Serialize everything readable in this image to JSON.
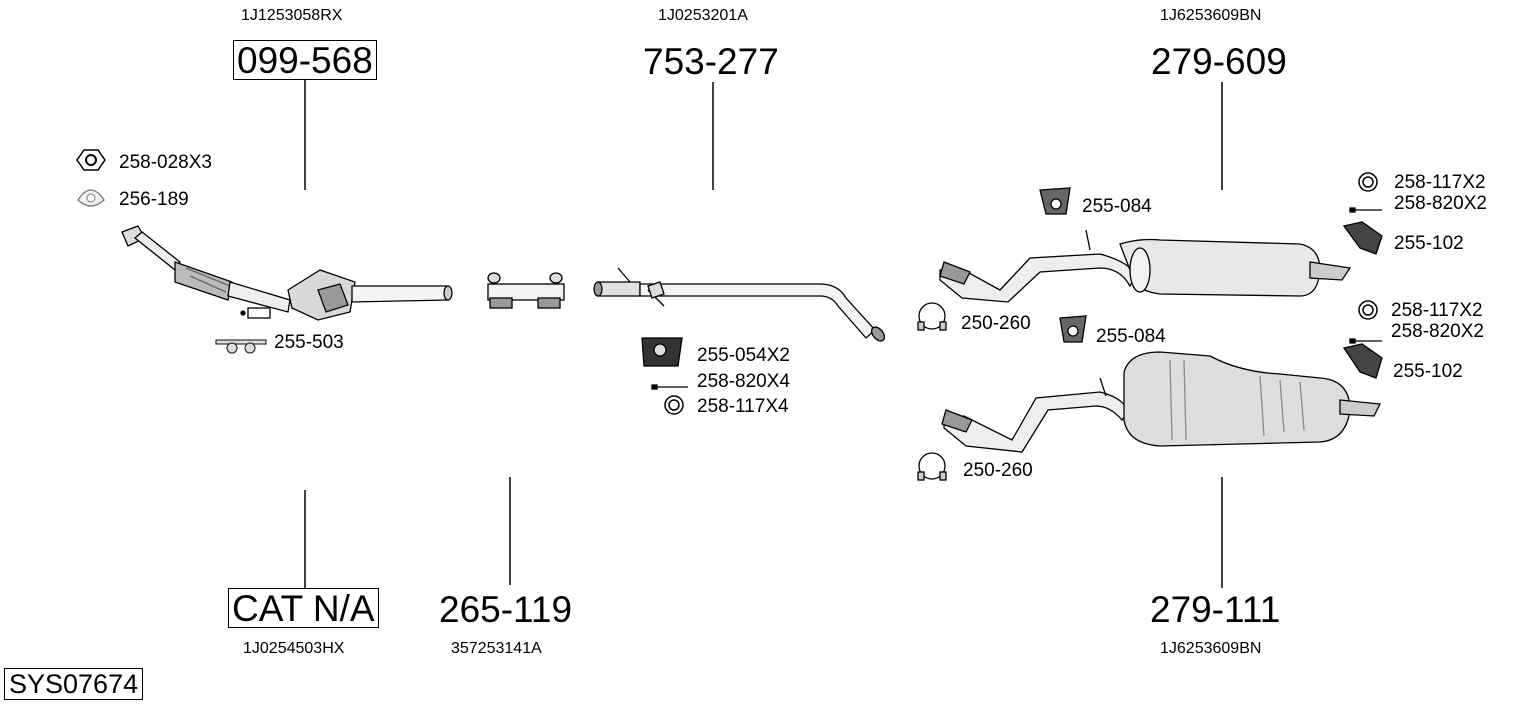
{
  "system_code": "SYS07674",
  "oem_numbers": {
    "front_pipe": "1J1253058RX",
    "middle_pipe": "1J0253201A",
    "rear_silencer_top": "1J6253609BN",
    "catalyst": "1J0254503HX",
    "connector": "357253141A",
    "rear_silencer_bottom": "1J6253609BN"
  },
  "part_numbers": {
    "front_pipe": "099-568",
    "middle_pipe": "753-277",
    "rear_silencer_top": "279-609",
    "catalyst": "CAT N/A",
    "connector": "265-119",
    "rear_silencer_bottom": "279-111"
  },
  "accessories": {
    "nut": "258-028X3",
    "gasket": "256-189",
    "front_mount": "255-503",
    "middle_mount": "255-054X2",
    "middle_bolt": "258-820X4",
    "middle_ring": "258-117X4",
    "top_rubber": "255-084",
    "top_right_ring": "258-117X2",
    "top_right_bolt": "258-820X2",
    "top_right_bracket": "255-102",
    "top_clamp": "250-260",
    "bottom_rubber": "255-084",
    "bottom_right_ring": "258-117X2",
    "bottom_right_bolt": "258-820X2",
    "bottom_right_bracket": "255-102",
    "bottom_clamp": "250-260"
  }
}
